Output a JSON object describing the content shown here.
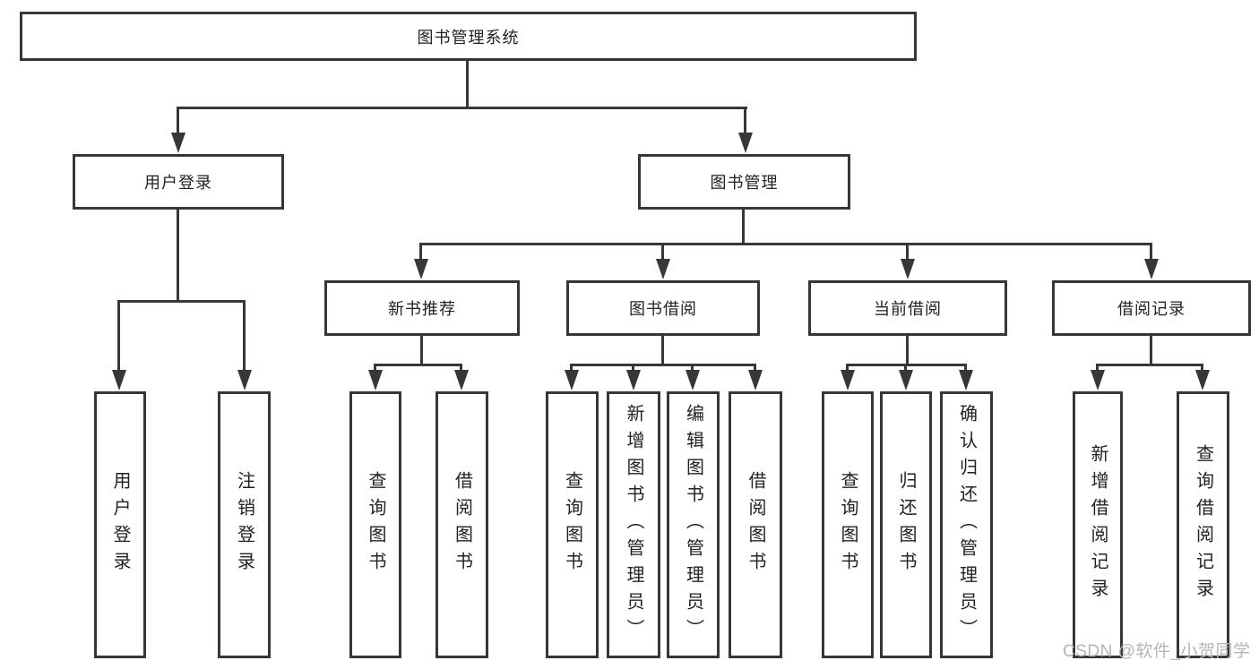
{
  "tree": {
    "root": "图书管理系统",
    "level2": [
      {
        "label": "用户登录",
        "leaves": [
          "用户登录",
          "注销登录"
        ]
      },
      {
        "label": "图书管理",
        "groups": [
          {
            "label": "新书推荐",
            "leaves": [
              "查询图书",
              "借阅图书"
            ]
          },
          {
            "label": "图书借阅",
            "leaves": [
              "查询图书",
              "新增图书（管理员）",
              "编辑图书（管理员）",
              "借阅图书"
            ]
          },
          {
            "label": "当前借阅",
            "leaves": [
              "查询图书",
              "归还图书",
              "确认归还（管理员）"
            ]
          },
          {
            "label": "借阅记录",
            "leaves": [
              "新增借阅记录",
              "查询借阅记录"
            ]
          }
        ]
      }
    ]
  },
  "watermark": "CSDN @软件_小贺同学",
  "colors": {
    "line": "#373737",
    "box_border": "#373737",
    "text": "#222222",
    "background": "#ffffff",
    "watermark": "#b5b5b5"
  }
}
